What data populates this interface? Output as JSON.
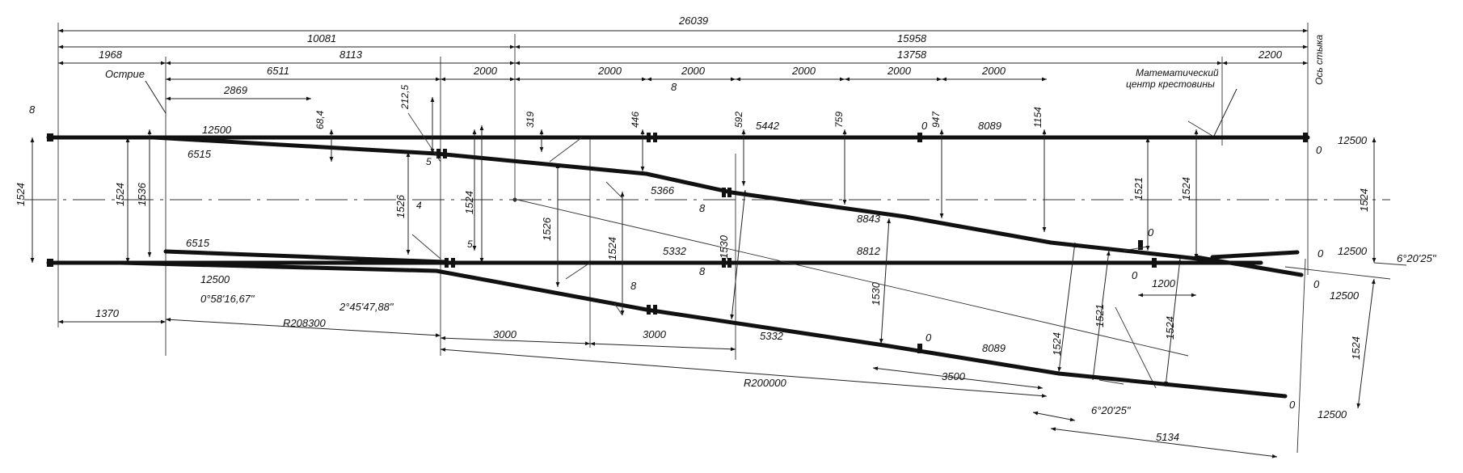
{
  "labels": {
    "ostrie": "Острие",
    "math_center_1": "Математический",
    "math_center_2": "центр крестовины",
    "joint_axis": "Ось стыка"
  },
  "dims": {
    "d26039": "26039",
    "d10081": "10081",
    "d15958": "15958",
    "d1968": "1968",
    "d8113": "8113",
    "d13758": "13758",
    "d2200": "2200",
    "d6511": "6511",
    "d2000_1": "2000",
    "d2000_2": "2000",
    "d2000_3": "2000",
    "d2000_4": "2000",
    "d2000_5": "2000",
    "d2000_6": "2000",
    "d2869": "2869",
    "d8_top": "8",
    "d8_left": "8",
    "d8_mid1": "8",
    "d8_mid2": "8",
    "d8_low": "8",
    "d8_low2": "8",
    "d212": "212,5",
    "d319": "319",
    "d446": "446",
    "d592": "592",
    "d759": "759",
    "d947": "947",
    "d1154": "1154",
    "d68": "68,4",
    "d12500_tl": "12500",
    "d12500_tr": "12500",
    "d12500_mr": "12500",
    "d12500_ml": "12500",
    "d12500_r1": "12500",
    "d12500_r2": "12500",
    "d6515_1": "6515",
    "d6515_2": "6515",
    "d5442": "5442",
    "d8089_top": "8089",
    "d8089_bot": "8089",
    "d5366": "5366",
    "d8843": "8843",
    "d5332_mid": "5332",
    "d8812": "8812",
    "d5332_low": "5332",
    "d1524_l1": "1524",
    "d1524_l2": "1524",
    "d1536": "1536",
    "d1526_1": "1526",
    "d1524_3": "1524",
    "d1526_2": "1526",
    "d1524_4": "1524",
    "d1530_1": "1530",
    "d1530_2": "1530",
    "d1524_5": "1524",
    "d1521_1": "1521",
    "d1524_6": "1524",
    "d1524_r": "1524",
    "d1524_rr": "1524",
    "d1521_2": "1521",
    "d1524_7": "1524",
    "d5_1": "5",
    "d4": "4",
    "d5_2": "5",
    "d0_1": "0",
    "d0_2": "0",
    "d0_3": "0",
    "d0_4": "0",
    "d0_5": "0",
    "d0_6": "0",
    "d0_7": "0",
    "d0_8": "0",
    "d1200": "1200",
    "d1370": "1370",
    "ang1": "0°58'16,67\"",
    "ang2": "2°45'47,88\"",
    "ang3": "6°20'25\"",
    "ang4": "6°20'25\"",
    "r208300": "R208300",
    "r200000": "R200000",
    "d3000_1": "3000",
    "d3000_2": "3000",
    "d3500": "3500",
    "d5134": "5134"
  }
}
